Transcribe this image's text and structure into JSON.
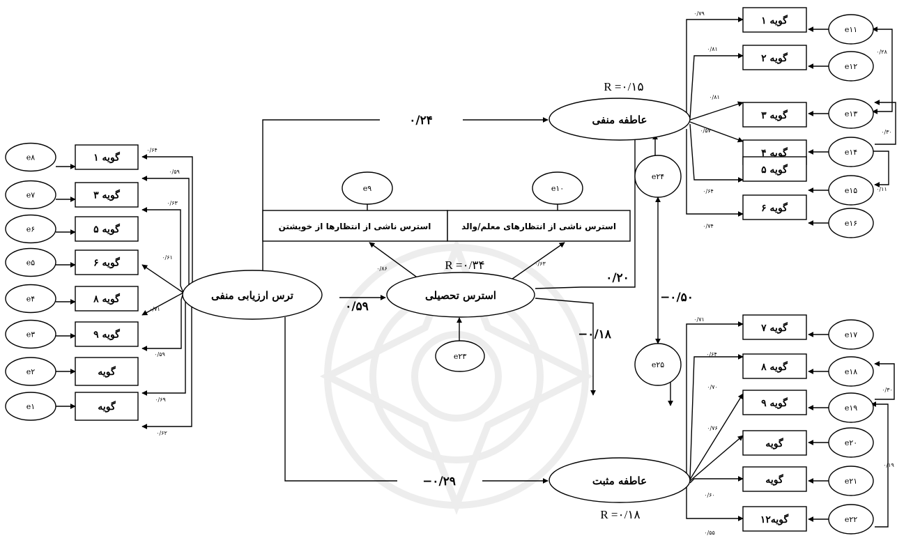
{
  "latents": {
    "fear": "ترس ارزیابی منفی",
    "stress": "استرس تحصیلی",
    "negative_affect": "عاطفه منفی",
    "positive_affect": "عاطفه مثبت"
  },
  "stress_sources": {
    "self": "استرس ناشی از انتظارها از خویشتن",
    "teacher_parent": "استرس ناشی از انتظارهای معلم/والد"
  },
  "r_squared": {
    "negative_affect": "R =۰/۱۵",
    "stress": "R =۰/۳۴",
    "positive_affect": "R =۰/۱۸"
  },
  "paths": {
    "fear_to_negative": "۰/۲۴",
    "fear_to_stress": "۰/۵۹",
    "stress_to_negative": "۰/۲۰",
    "stress_to_positive": "−۰/۱۸",
    "fear_to_positive": "−۰/۲۹",
    "covariance": "−۰/۵۰",
    "stress_to_self": "۰/۸۶",
    "stress_to_teacher": "۰/۶۳"
  },
  "fear_items": [
    {
      "label": "گویه ۱",
      "error": "e۸",
      "loading": "۰/۶۴"
    },
    {
      "label": "گویه ۳",
      "error": "e۷",
      "loading": "۰/۵۹"
    },
    {
      "label": "گویه ۵",
      "error": "e۶",
      "loading": "۰/۶۳"
    },
    {
      "label": "گویه ۶",
      "error": "e۵",
      "loading": "۰/۶۱"
    },
    {
      "label": "گویه ۸",
      "error": "e۴",
      "loading": "۰/۷۱"
    },
    {
      "label": "گویه ۹",
      "error": "e۳",
      "loading": "۰/۵۹"
    },
    {
      "label": "گویه",
      "error": "e۲",
      "loading": "۰/۶۹"
    },
    {
      "label": "گویه",
      "error": "e۱",
      "loading": "۰/۶۲"
    }
  ],
  "negative_items": [
    {
      "label": "گویه ۱",
      "error": "e۱۱",
      "loading": "۰/۷۹"
    },
    {
      "label": "گویه ۲",
      "error": "e۱۲",
      "loading": "۰/۸۱"
    },
    {
      "label": "گویه ۳",
      "error": "e۱۳",
      "loading": "۰/۸۱"
    },
    {
      "label": "گویه ۴",
      "error": "e۱۴",
      "loading": "۰/۵۷"
    },
    {
      "label": "گویه ۵",
      "error": "e۱۵",
      "loading": "۰/۶۴"
    },
    {
      "label": "گویه ۶",
      "error": "e۱۶",
      "loading": "۰/۷۴"
    }
  ],
  "positive_items": [
    {
      "label": "گویه ۷",
      "error": "e۱۷",
      "loading": "۰/۷۱"
    },
    {
      "label": "گویه ۸",
      "error": "e۱۸",
      "loading": "۰/۶۴"
    },
    {
      "label": "گویه ۹",
      "error": "e۱۹",
      "loading": "۰/۷۰"
    },
    {
      "label": "گویه",
      "error": "e۲۰",
      "loading": "۰/۷۶"
    },
    {
      "label": "گویه",
      "error": "e۲۱",
      "loading": "۰/۶۰"
    },
    {
      "label": "گویه۱۲",
      "error": "e۲۲",
      "loading": "۰/۵۵"
    }
  ],
  "error_covariances": {
    "neg_e11_e13": "۰/۲۸",
    "neg_e13_e14": "۰/۳۰",
    "neg_e14_e16": "۰/۱۱",
    "pos_e18_e19": "۰/۳۰",
    "pos_e19_e22": "۰/۱۹"
  },
  "other_errors": {
    "self": "e۹",
    "teacher_parent": "e۱۰",
    "stress": "e۲۳",
    "negative_affect": "e۲۴",
    "positive_affect": "e۲۵"
  }
}
